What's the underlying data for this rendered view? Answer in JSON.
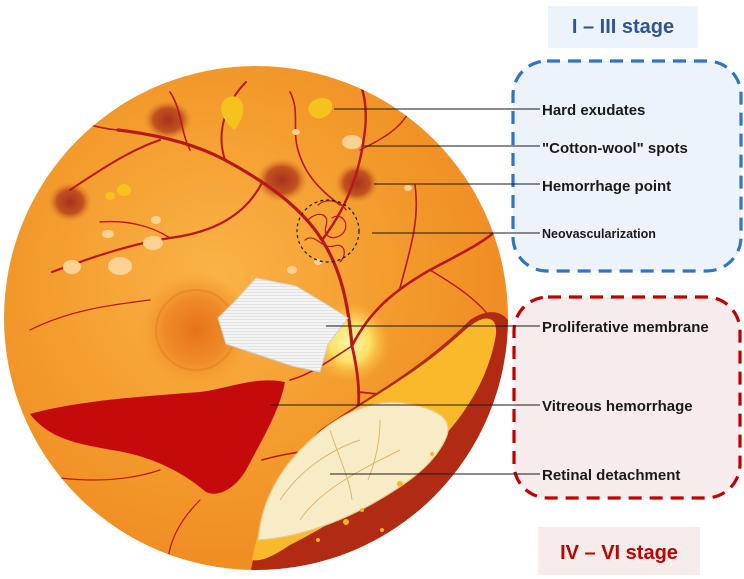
{
  "stages": {
    "early": {
      "label": "I – III stage",
      "color": "#2f5597"
    },
    "late": {
      "label": "IV – VI stage",
      "color": "#c00000"
    }
  },
  "labels": {
    "hard_exudates": "Hard exudates",
    "cotton_wool": "\"Cotton-wool\" spots",
    "hemorrhage_point": "Hemorrhage point",
    "neovascularization": "Neovascularization",
    "proliferative_membrane": "Proliferative membrane",
    "vitreous_hemorrhage": "Vitreous hemorrhage",
    "retinal_detachment": "Retinal detachment"
  },
  "colors": {
    "retina": "#f39a2c",
    "vessel": "#b8181a",
    "hemorrhage": "#c40a0a",
    "exudate": "#f6c21c",
    "cotton_wool": "#fcd294",
    "box_early": "#2e75c6",
    "box_late": "#c00000"
  }
}
